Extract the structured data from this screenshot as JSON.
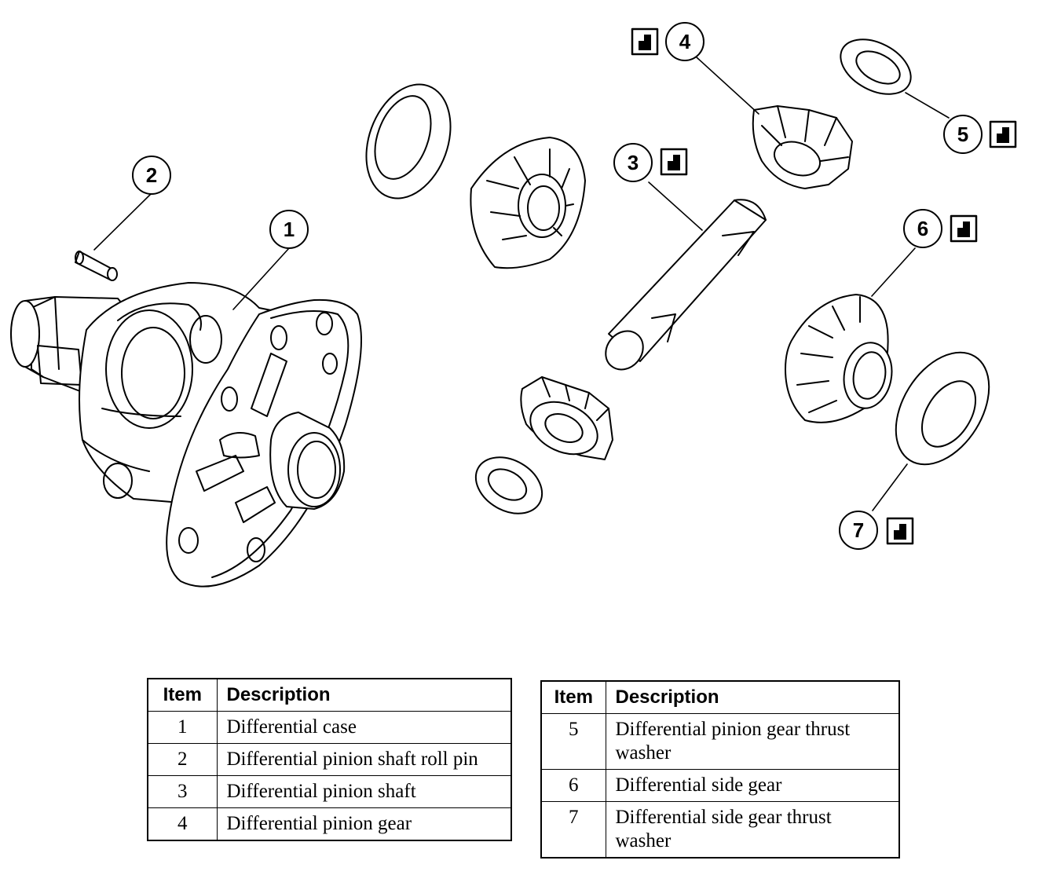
{
  "callouts": [
    "1",
    "2",
    "3",
    "4",
    "5",
    "6",
    "7"
  ],
  "tables": [
    {
      "headers": {
        "item": "Item",
        "description": "Description"
      },
      "rows": [
        {
          "item": "1",
          "description": "Differential case"
        },
        {
          "item": "2",
          "description": "Differential pinion shaft roll pin"
        },
        {
          "item": "3",
          "description": "Differential pinion shaft"
        },
        {
          "item": "4",
          "description": "Differential pinion gear"
        }
      ]
    },
    {
      "headers": {
        "item": "Item",
        "description": "Description"
      },
      "rows": [
        {
          "item": "5",
          "description": "Differential pinion gear thrust washer"
        },
        {
          "item": "6",
          "description": "Differential side gear"
        },
        {
          "item": "7",
          "description": "Differential side gear thrust washer"
        }
      ]
    }
  ],
  "icons": [
    "new-part-icon"
  ]
}
